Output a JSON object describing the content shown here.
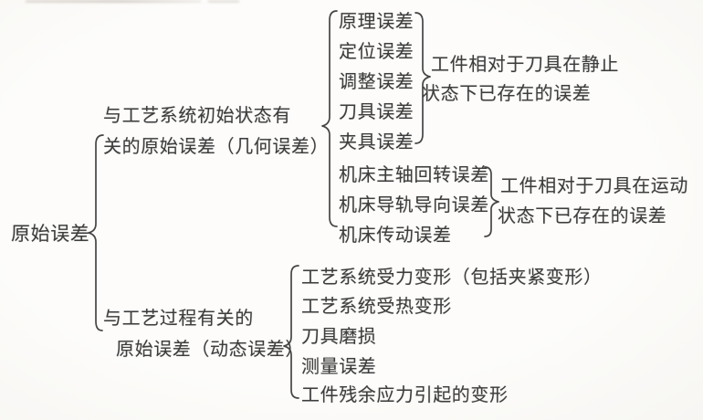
{
  "page": {
    "background": "#fbfaf8",
    "text_color": "#3d3d3d",
    "line_color": "#454545"
  },
  "tree": {
    "root": "原始误差",
    "branches": [
      {
        "label_line1": "与工艺系统初始状态有",
        "label_line2": "关的原始误差（几何误差）",
        "static_items": [
          "原理误差",
          "定位误差",
          "调整误差",
          "刀具误差",
          "夹具误差"
        ],
        "static_note_line1": "工件相对于刀具在静止",
        "static_note_line2": "状态下已存在的误差",
        "motion_items": [
          "机床主轴回转误差",
          "机床导轨导向误差",
          "机床传动误差"
        ],
        "motion_note_line1": "工件相对于刀具在运动",
        "motion_note_line2": "状态下已存在的误差"
      },
      {
        "label_line1": "与工艺过程有关的",
        "label_line2": "原始误差（动态误差）",
        "dynamic_items": [
          "工艺系统受力变形（包括夹紧变形）",
          "工艺系统受热变形",
          "刀具磨损",
          "测量误差",
          "工件残余应力引起的变形"
        ]
      }
    ]
  }
}
